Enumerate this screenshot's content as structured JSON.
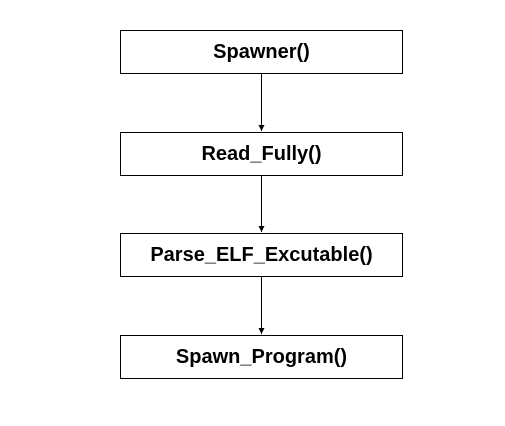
{
  "diagram": {
    "type": "flowchart",
    "direction": "top-to-bottom",
    "nodes": [
      {
        "id": "spawner",
        "label": "Spawner()"
      },
      {
        "id": "read_fully",
        "label": "Read_Fully()"
      },
      {
        "id": "parse_elf",
        "label": "Parse_ELF_Excutable()"
      },
      {
        "id": "spawn_program",
        "label": "Spawn_Program()"
      }
    ],
    "edges": [
      {
        "from": "spawner",
        "to": "read_fully"
      },
      {
        "from": "read_fully",
        "to": "parse_elf"
      },
      {
        "from": "parse_elf",
        "to": "spawn_program"
      }
    ],
    "colors": {
      "stroke": "#000000",
      "background": "#ffffff"
    }
  }
}
